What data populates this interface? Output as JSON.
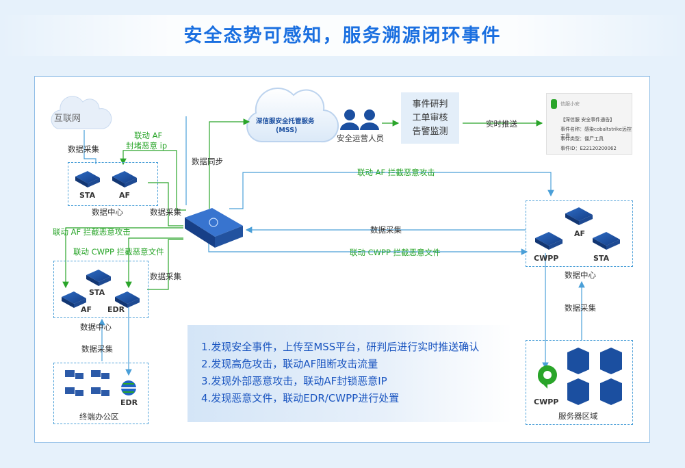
{
  "title": "安全态势可感知，服务溯源闭环事件",
  "cloud_internet": "互联网",
  "mss_cloud": {
    "line1": "深信服安全托管服务",
    "line2": "(MSS)"
  },
  "ops_staff": "安全运营人员",
  "events": [
    "事件研判",
    "工单审核",
    "告警监测"
  ],
  "push_label": "实时推送",
  "notice": {
    "app": "信服小安",
    "title": "【深信服 安全事件通告】",
    "line1": "事件名称：感染cobaltstrike远控工具",
    "line2": "事件类型：僵尸工具",
    "line3": "事件ID：E22120200062"
  },
  "labels": {
    "data_collect": "数据采集",
    "data_sync": "数据同步",
    "af_block_ip": [
      "联动 AF",
      "封堵恶意 ip"
    ],
    "af_intercept": "联动 AF 拦截恶意攻击",
    "cwpp_intercept": "联动 CWPP 拦截恶意文件",
    "data_center": "数据中心",
    "terminal_office": "终端办公区",
    "server_zone": "服务器区域"
  },
  "devices": {
    "sta": "STA",
    "af": "AF",
    "edr": "EDR",
    "cwpp": "CWPP"
  },
  "steps": [
    "1.发现安全事件，上传至MSS平台，研判后进行实时推送确认",
    "2.发现高危攻击，联动AF阻断攻击流量",
    "3.发现外部恶意攻击，联动AF封锁恶意IP",
    "4.发现恶意文件，联动EDR/CWPP进行处置"
  ],
  "colors": {
    "title": "#1a6fe0",
    "green": "#2aa52a",
    "blue_line": "#4a9fd8",
    "device": "#1b4fa0"
  }
}
